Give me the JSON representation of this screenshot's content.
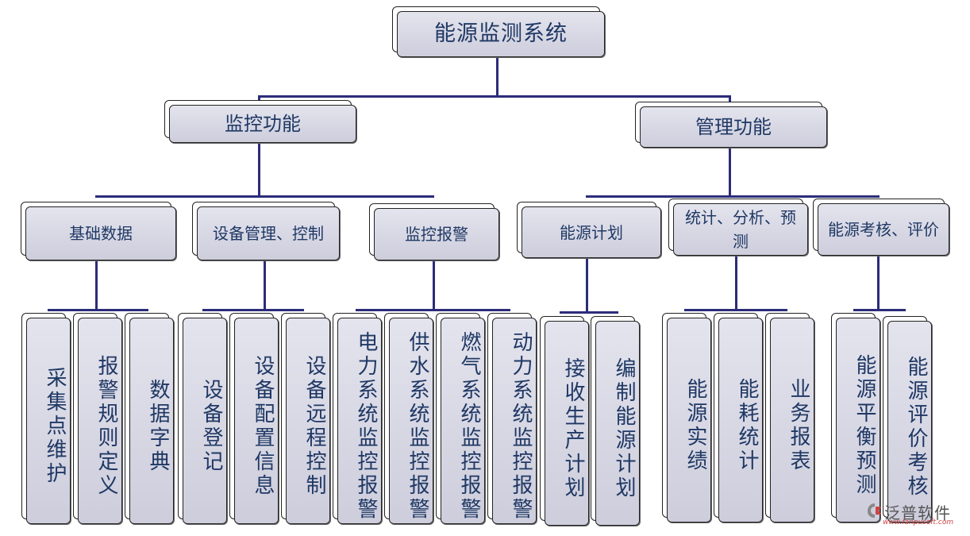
{
  "root": "能源监测系统",
  "branches": [
    {
      "label": "监控功能",
      "groups": [
        {
          "label": "基础数据",
          "items": [
            "采集点维护",
            "报警规则定义",
            "数据字典"
          ]
        },
        {
          "label": "设备管理、控制",
          "items": [
            "设备登记",
            "设备配置信息",
            "设备远程控制"
          ]
        },
        {
          "label": "监控报警",
          "items": [
            "电力系统监控报警",
            "供水系统监控报警",
            "燃气系统监控报警",
            "动力系统监控报警"
          ]
        }
      ]
    },
    {
      "label": "管理功能",
      "groups": [
        {
          "label": "能源计划",
          "items": [
            "接收生产计划",
            "编制能源计划"
          ]
        },
        {
          "label": "统计、分析、预测",
          "items": [
            "能源实绩",
            "能耗统计",
            "业务报表"
          ]
        },
        {
          "label": "能源考核、评价",
          "items": [
            "能源平衡预测",
            "能源评价考核"
          ]
        }
      ]
    }
  ],
  "logo": {
    "name": "泛普软件",
    "url": "www.fanpusoft.com",
    "icon": "fanpu-logo-icon"
  },
  "colors": {
    "text": "#1f3864",
    "connector": "#2c2c7a",
    "box_fill": "#d8d8e6"
  }
}
